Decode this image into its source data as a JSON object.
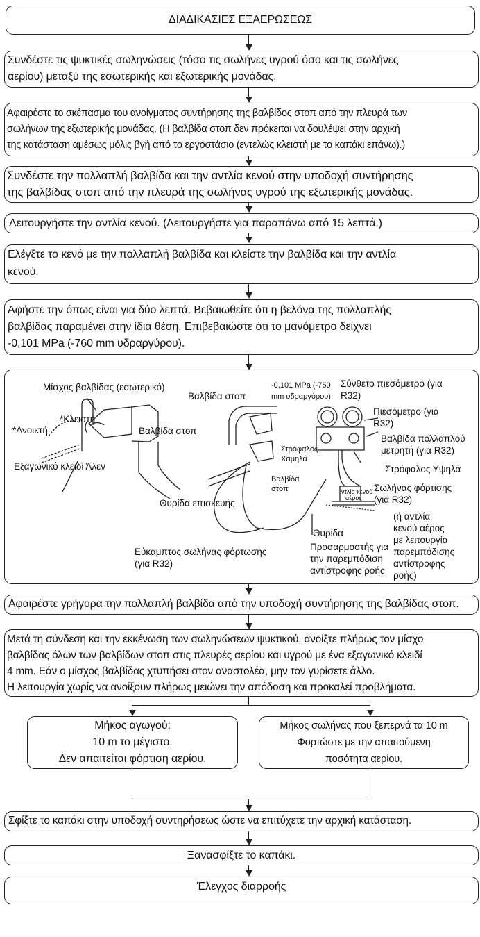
{
  "title": "ΔΙΑΔΙΚΑΣΙΕΣ ΕΞΑΕΡΩΣΕΩΣ",
  "steps": {
    "s1": [
      "Συνδέστε τις ψυκτικές σωληνώσεις (τόσο τις σωλήνες υγρού όσο και τις σωλήνες",
      "αερίου) μεταξύ της εσωτερικής και εξωτερικής μονάδας."
    ],
    "s2": [
      "Αφαιρέστε το σκέπασμα του ανοίγματος συντήρησης της βαλβίδος στοπ από την πλευρά των",
      "σωλήνων της εξωτερικής μονάδας. (Η βαλβίδα στοπ δεν πρόκειται να δουλέψει στην αρχική",
      "της κατάσταση αμέσως μόλις βγή από το εργοστάσιο (εντελώς κλειστή με το καπάκι επάνω).)"
    ],
    "s3": [
      "Συνδέστε την πολλαπλή βαλβίδα και την αντλία κενού στην υποδοχή συντήρησης",
      "της βαλβίδας στοπ από την πλευρά της σωλήνας υγρού της εξωτερικής μονάδας."
    ],
    "s4": [
      "Λειτουργήστε την αντλία κενού. (Λειτουργήστε για παραπάνω από 15 λεπτά.)"
    ],
    "s5": [
      "Ελέγξτε το κενό με την πολλαπλή βαλβίδα και κλείστε την βαλβίδα και την αντλία",
      "κενού."
    ],
    "s6": [
      "Αφήστε την όπως είναι για δύο λεπτά. Βεβαιωθείτε ότι η βελόνα της πολλαπλής",
      "βαλβίδας παραμένει στην ίδια θέση. Επιβεβαιώστε ότι το μανόμετρο δείχνει",
      "-0,101 MPa (-760 mm υδραργύρου)."
    ],
    "s7": [
      "Αφαιρέστε γρήγορα την πολλαπλή βαλβίδα από την υποδοχή συντήρησης της βαλβίδας στοπ."
    ],
    "s8": [
      "Μετά τη σύνδεση και την εκκένωση των σωληνώσεων ψυκτικού, ανοίξτε πλήρως τον μίσχο",
      "βαλβίδας όλων των βαλβίδων στοπ στις πλευρές αερίου και υγρού με ένα εξαγωνικό κλειδί",
      "4 mm. Εάν ο μίσχος βαλβίδας χτυπήσει στον αναστολέα, μην τον γυρίσετε άλλο.",
      "Η λειτουργία χωρίς να ανοίξουν πλήρως μειώνει την απόδοση και προκαλεί προβλήματα."
    ],
    "left_branch": [
      "Μήκος αγωγού:",
      "10 m το μέγιστο.",
      "Δεν απαιτείται φόρτιση αερίου."
    ],
    "right_branch": [
      "Μήκος σωλήνας που ξεπερνά τα 10 m",
      "Φορτώστε με την απαιτούμενη",
      "ποσότητα αερίου."
    ],
    "s9": [
      "Σφίξτε το καπάκι στην υποδοχή συντηρήσεως ώστε να επιτύχετε την αρχική κατάσταση."
    ],
    "s10": [
      "Ξανασφίξτε το καπάκι."
    ],
    "s11": [
      "Έλεγχος διαρροής"
    ]
  },
  "diagram": {
    "valve_stem": "Μίσχος βαλβίδας (εσωτερικό)",
    "closed": "*Κλειστή",
    "open": "*Ανοικτή",
    "stop_valve_1": "Βαλβίδα στοπ",
    "hex_key": "Εξαγωνικό κλειδί Άλεν",
    "stop_valve_2": "Βαλβίδα στοπ",
    "pressure_reading_1": "-0,101 MPa (-760",
    "pressure_reading_2": "mm υδραργύρου)",
    "compound_gauge_1": "Σύνθετο πιεσόμετρο (για",
    "compound_gauge_2": "R32)",
    "gauge_1": "Πιεσόμετρο (για",
    "gauge_2": "R32)",
    "manifold_1": "Βαλβίδα πολλαπλού",
    "manifold_2": "μετρητή (για R32)",
    "low_handle_1": "Στρόφαλος",
    "low_handle_2": "Χαμηλά",
    "high_handle": "Στρόφαλος Υψηλά",
    "stop_valve_small_1": "Βαλβίδα",
    "stop_valve_small_2": "στοπ",
    "charge_hose_1": "Σωλήνας φόρτισης",
    "charge_hose_2": "(για R32)",
    "service_port": "Θυρίδα επισκευής",
    "pump_1": "ντλία κενού",
    "pump_2": "αέρος",
    "pump_note": [
      "(ή αντλία",
      "κενού αέρος",
      "με λειτουργία",
      "παρεμπόδισης",
      "αντίστροφης",
      "ροής)"
    ],
    "port": "Θυρίδα",
    "adapter": [
      "Προσαρμοστής για",
      "την παρεμπόδιση",
      "αντίστροφης ροής"
    ],
    "flex_hose_1": "Εύκαμπτος σωλήνας φόρτωσης",
    "flex_hose_2": "(για R32)"
  }
}
